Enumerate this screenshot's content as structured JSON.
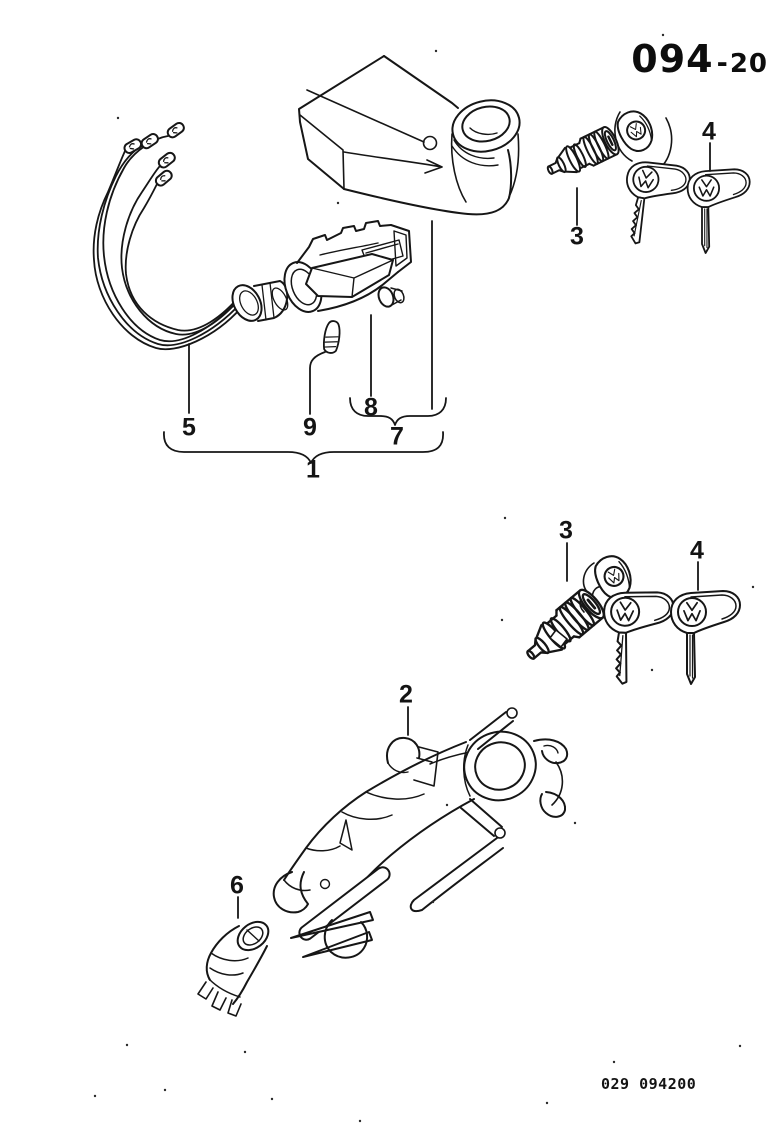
{
  "page": {
    "header": {
      "section_code": "094",
      "separator": "-",
      "page_number": "20"
    },
    "footer": {
      "fiche_code": "029 094200"
    }
  },
  "callouts": {
    "c1": "1",
    "c2": "2",
    "c3": "3",
    "c4": "4",
    "c5": "5",
    "c6": "6",
    "c7": "7",
    "c8": "8",
    "c9": "9"
  },
  "colors": {
    "ink": "#161616",
    "paper": "#ffffff"
  }
}
